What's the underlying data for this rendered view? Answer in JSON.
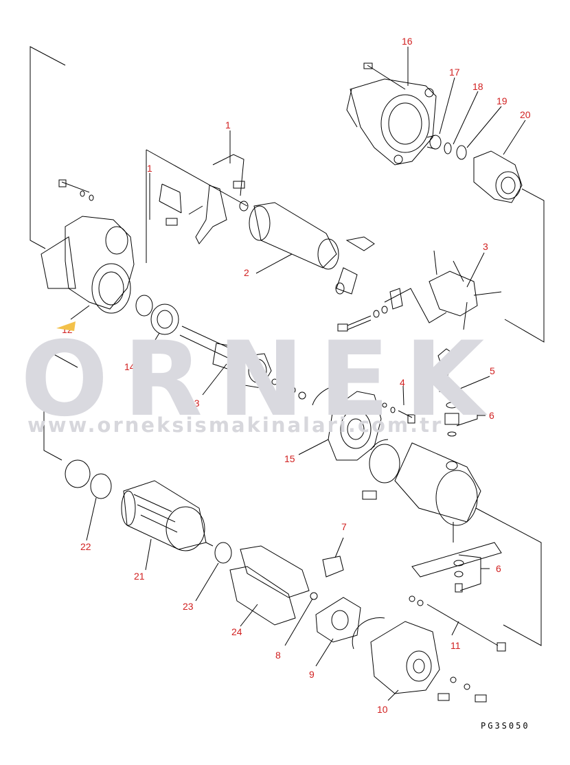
{
  "watermark": {
    "brand": "ORNEK",
    "url": "www.orneksismakinalari.com.tr"
  },
  "drawing_code": "PG3S050",
  "colors": {
    "label": "#d12020",
    "line": "#000000",
    "watermark": "#d9d9df"
  },
  "callouts": [
    {
      "id": "c1a",
      "text": "1"
    },
    {
      "id": "c1b",
      "text": "1"
    },
    {
      "id": "c2",
      "text": "2"
    },
    {
      "id": "c3",
      "text": "3"
    },
    {
      "id": "c4",
      "text": "4"
    },
    {
      "id": "c5",
      "text": "5"
    },
    {
      "id": "c6a",
      "text": "6"
    },
    {
      "id": "c6b",
      "text": "6"
    },
    {
      "id": "c7",
      "text": "7"
    },
    {
      "id": "c8",
      "text": "8"
    },
    {
      "id": "c9",
      "text": "9"
    },
    {
      "id": "c10",
      "text": "10"
    },
    {
      "id": "c11",
      "text": "11"
    },
    {
      "id": "c12",
      "text": "12"
    },
    {
      "id": "c13",
      "text": "13"
    },
    {
      "id": "c14",
      "text": "14"
    },
    {
      "id": "c15",
      "text": "15"
    },
    {
      "id": "c16",
      "text": "16"
    },
    {
      "id": "c17",
      "text": "17"
    },
    {
      "id": "c18",
      "text": "18"
    },
    {
      "id": "c19",
      "text": "19"
    },
    {
      "id": "c20",
      "text": "20"
    },
    {
      "id": "c21",
      "text": "21"
    },
    {
      "id": "c22",
      "text": "22"
    },
    {
      "id": "c23",
      "text": "23"
    },
    {
      "id": "c24",
      "text": "24"
    }
  ]
}
